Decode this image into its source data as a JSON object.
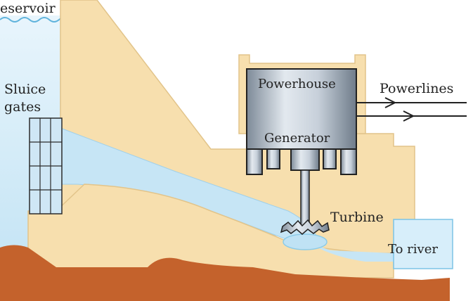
{
  "labels": {
    "reservoir": "eservoir",
    "sluice_line1": "Sluice",
    "sluice_line2": "gates",
    "powerhouse": "Powerhouse",
    "generator": "Generator",
    "powerlines": "Powerlines",
    "turbine": "Turbine",
    "to_river": "To river"
  },
  "colors": {
    "water_light": "#dff1fb",
    "water_mid": "#bfe2f4",
    "dam_sand": "#f7dfae",
    "dam_edge": "#e2c48a",
    "ground": "#c4622c",
    "steel_light": "#dfe6ee",
    "steel_dark": "#6f7c8a",
    "outline": "#222222"
  }
}
